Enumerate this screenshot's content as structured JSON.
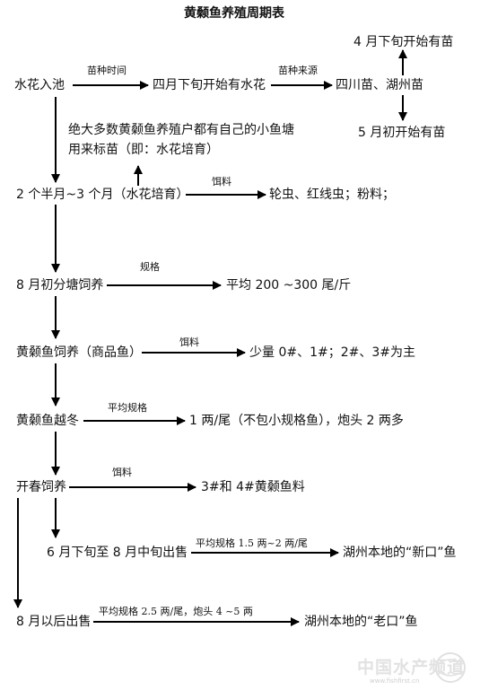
{
  "title": "黄颡鱼养殖周期表",
  "nodes": {
    "shuihua_ruchi": "水花入池",
    "silun_xiaxun": "四月下旬开始有水花",
    "sichuan_huzhou": "四川苗、湖州苗",
    "april_late_fry": "4 月下旬开始有苗",
    "may_early_fry": "5 月初开始有苗",
    "note_line1": "绝大多数黄颡鱼养殖户都有自己的小鱼塘",
    "note_line2": "用来标苗（即：水花培育）",
    "stage_two_months": "2 个半月~3 个月（水花培育）",
    "feed_rotifer": "轮虫、红线虫；粉料；",
    "aug_split_pond": "8 月初分塘饲养",
    "avg_200_300": "平均 200 ~300 尾/斤",
    "commercial_fish": "黄颡鱼饲养（商品鱼）",
    "small_0_1": "少量 0#、1#；2#、3#为主",
    "overwinter": "黄颡鱼越冬",
    "one_liang": "1  两/尾（不包小规格鱼），炮头 2  两多",
    "spring_feed": "开春饲养",
    "feed_3_4": "3#和 4#黄颡鱼料",
    "june_aug_sale": "6 月下旬至 8 月中旬出售",
    "huzhou_new": "湖州本地的“新口”鱼",
    "after_aug_sale": "8 月以后出售",
    "huzhou_old": "湖州本地的“老口”鱼"
  },
  "edge_labels": {
    "fry_time": "苗种时间",
    "fry_source": "苗种来源",
    "feed_1": "饵料",
    "spec": "规格",
    "feed_2": "饵料",
    "avg_spec": "平均规格",
    "feed_3": "饵料",
    "avg_spec_15": "平均规格 1.5  两~2  两/尾",
    "avg_spec_25": "平均规格 2.5  两/尾，炮头 4 ~5  两"
  },
  "watermark": {
    "text": "中国水产频道",
    "sub": "www.fishfirst.cn"
  }
}
